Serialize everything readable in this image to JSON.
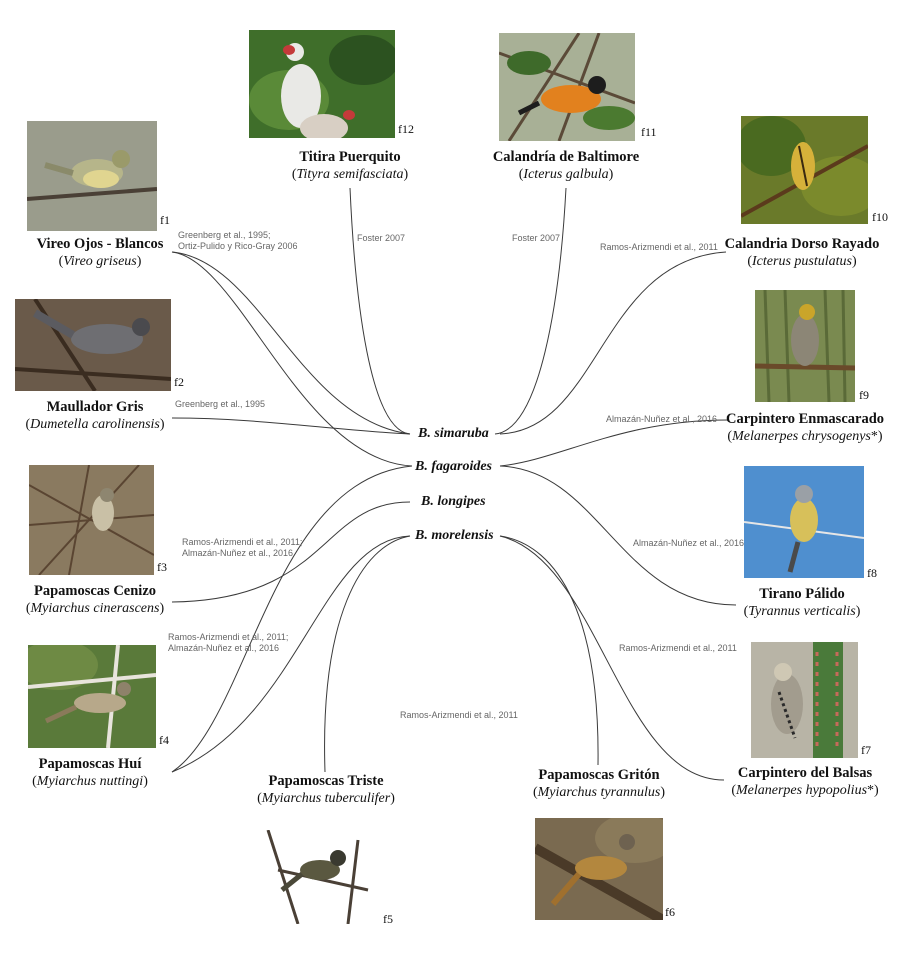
{
  "plants": [
    {
      "id": "simaruba",
      "label": "B. simaruba"
    },
    {
      "id": "fagaroides",
      "label": "B. fagaroides"
    },
    {
      "id": "longipes",
      "label": "B. longipes"
    },
    {
      "id": "morelensis",
      "label": "B. morelensis"
    }
  ],
  "birds": [
    {
      "fig": "f1",
      "common": "Vireo Ojos - Blancos",
      "sci": "Vireo griseus",
      "suffix": ""
    },
    {
      "fig": "f2",
      "common": "Maullador Gris",
      "sci": "Dumetella carolinensis",
      "suffix": ""
    },
    {
      "fig": "f3",
      "common": "Papamoscas Cenizo",
      "sci": "Myiarchus cinerascens",
      "suffix": ""
    },
    {
      "fig": "f4",
      "common": "Papamoscas Huí",
      "sci": "Myiarchus nuttingi",
      "suffix": ""
    },
    {
      "fig": "f5",
      "common": "Papamoscas Triste",
      "sci": "Myiarchus tuberculifer",
      "suffix": ""
    },
    {
      "fig": "f6",
      "common": "Papamoscas Gritón",
      "sci": "Myiarchus tyrannulus",
      "suffix": ""
    },
    {
      "fig": "f7",
      "common": "Carpintero del Balsas",
      "sci": "Melanerpes hypopolius",
      "suffix": "*"
    },
    {
      "fig": "f8",
      "common": "Tirano Pálido",
      "sci": "Tyrannus verticalis",
      "suffix": ""
    },
    {
      "fig": "f9",
      "common": "Carpintero Enmascarado",
      "sci": "Melanerpes chrysogenys",
      "suffix": "*"
    },
    {
      "fig": "f10",
      "common": "Calandria Dorso Rayado",
      "sci": "Icterus pustulatus",
      "suffix": ""
    },
    {
      "fig": "f11",
      "common": "Calandría de Baltimore",
      "sci": "Icterus galbula",
      "suffix": ""
    },
    {
      "fig": "f12",
      "common": "Titira Puerquito",
      "sci": "Tityra semifasciata",
      "suffix": ""
    }
  ],
  "references": [
    {
      "lines": [
        "Greenberg et al., 1995;",
        "Ortiz-Pulido y Rico-Gray 2006"
      ]
    },
    {
      "lines": [
        "Greenberg et al., 1995"
      ]
    },
    {
      "lines": [
        "Ramos-Arizmendi et al., 2011;",
        "Almazán-Nuñez et al., 2016"
      ]
    },
    {
      "lines": [
        "Ramos-Arizmendi et al., 2011;",
        "Almazán-Nuñez et al., 2016"
      ]
    },
    {
      "lines": [
        "Ramos-Arizmendi et al., 2011"
      ]
    },
    {
      "lines": [
        "Ramos-Arizmendi et al., 2011"
      ]
    },
    {
      "lines": [
        "Almazán-Nuñez et al., 2016"
      ]
    },
    {
      "lines": [
        "Almazán-Nuñez et al., 2016"
      ]
    },
    {
      "lines": [
        "Ramos-Arizmendi et al., 2011"
      ]
    },
    {
      "lines": [
        "Foster 2007"
      ]
    },
    {
      "lines": [
        "Foster 2007"
      ]
    }
  ],
  "colors": {
    "line": "#3a3a3a",
    "ref_text": "#666666",
    "sky": "#4f8fcf",
    "foliage": "#3f6e2a"
  }
}
